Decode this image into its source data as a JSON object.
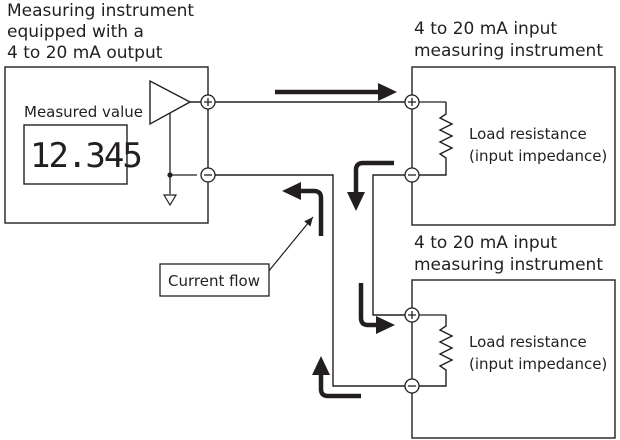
{
  "source": {
    "title_lines": [
      "Measuring instrument",
      "equipped with a",
      "4 to 20 mA output"
    ],
    "measured_value_label": "Measured value",
    "display_value": "12.345"
  },
  "receivers": [
    {
      "title_lines": [
        "4 to 20 mA input",
        "measuring instrument"
      ],
      "load_label_lines": [
        "Load resistance",
        "(input impedance)"
      ]
    },
    {
      "title_lines": [
        "4 to 20 mA input",
        "measuring instrument"
      ],
      "load_label_lines": [
        "Load resistance",
        "(input impedance)"
      ]
    }
  ],
  "callout": {
    "label": "Current flow"
  }
}
